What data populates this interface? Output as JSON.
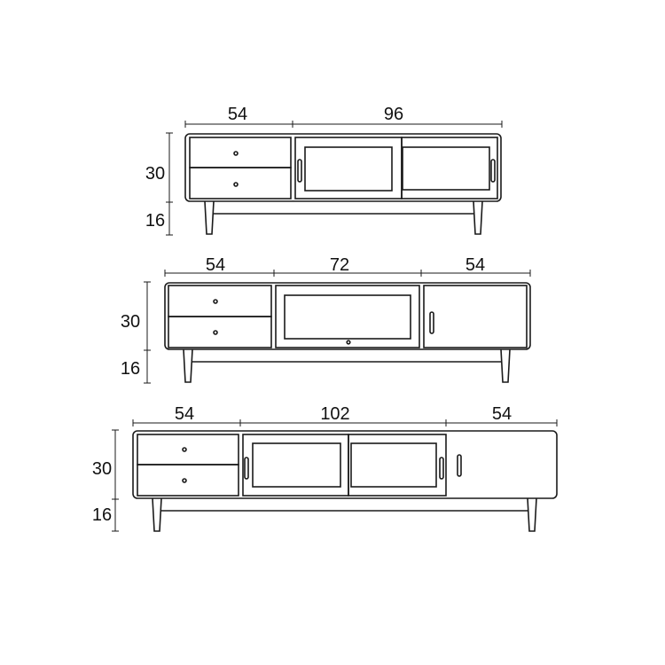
{
  "cabinets": [
    {
      "widths": [
        "54",
        "96"
      ],
      "heights": [
        "30",
        "16"
      ]
    },
    {
      "widths": [
        "54",
        "72",
        "54"
      ],
      "heights": [
        "30",
        "16"
      ]
    },
    {
      "widths": [
        "54",
        "102",
        "54"
      ],
      "heights": [
        "30",
        "16"
      ]
    }
  ],
  "colors": {
    "line": "#1a1a1a",
    "background": "#ffffff"
  }
}
